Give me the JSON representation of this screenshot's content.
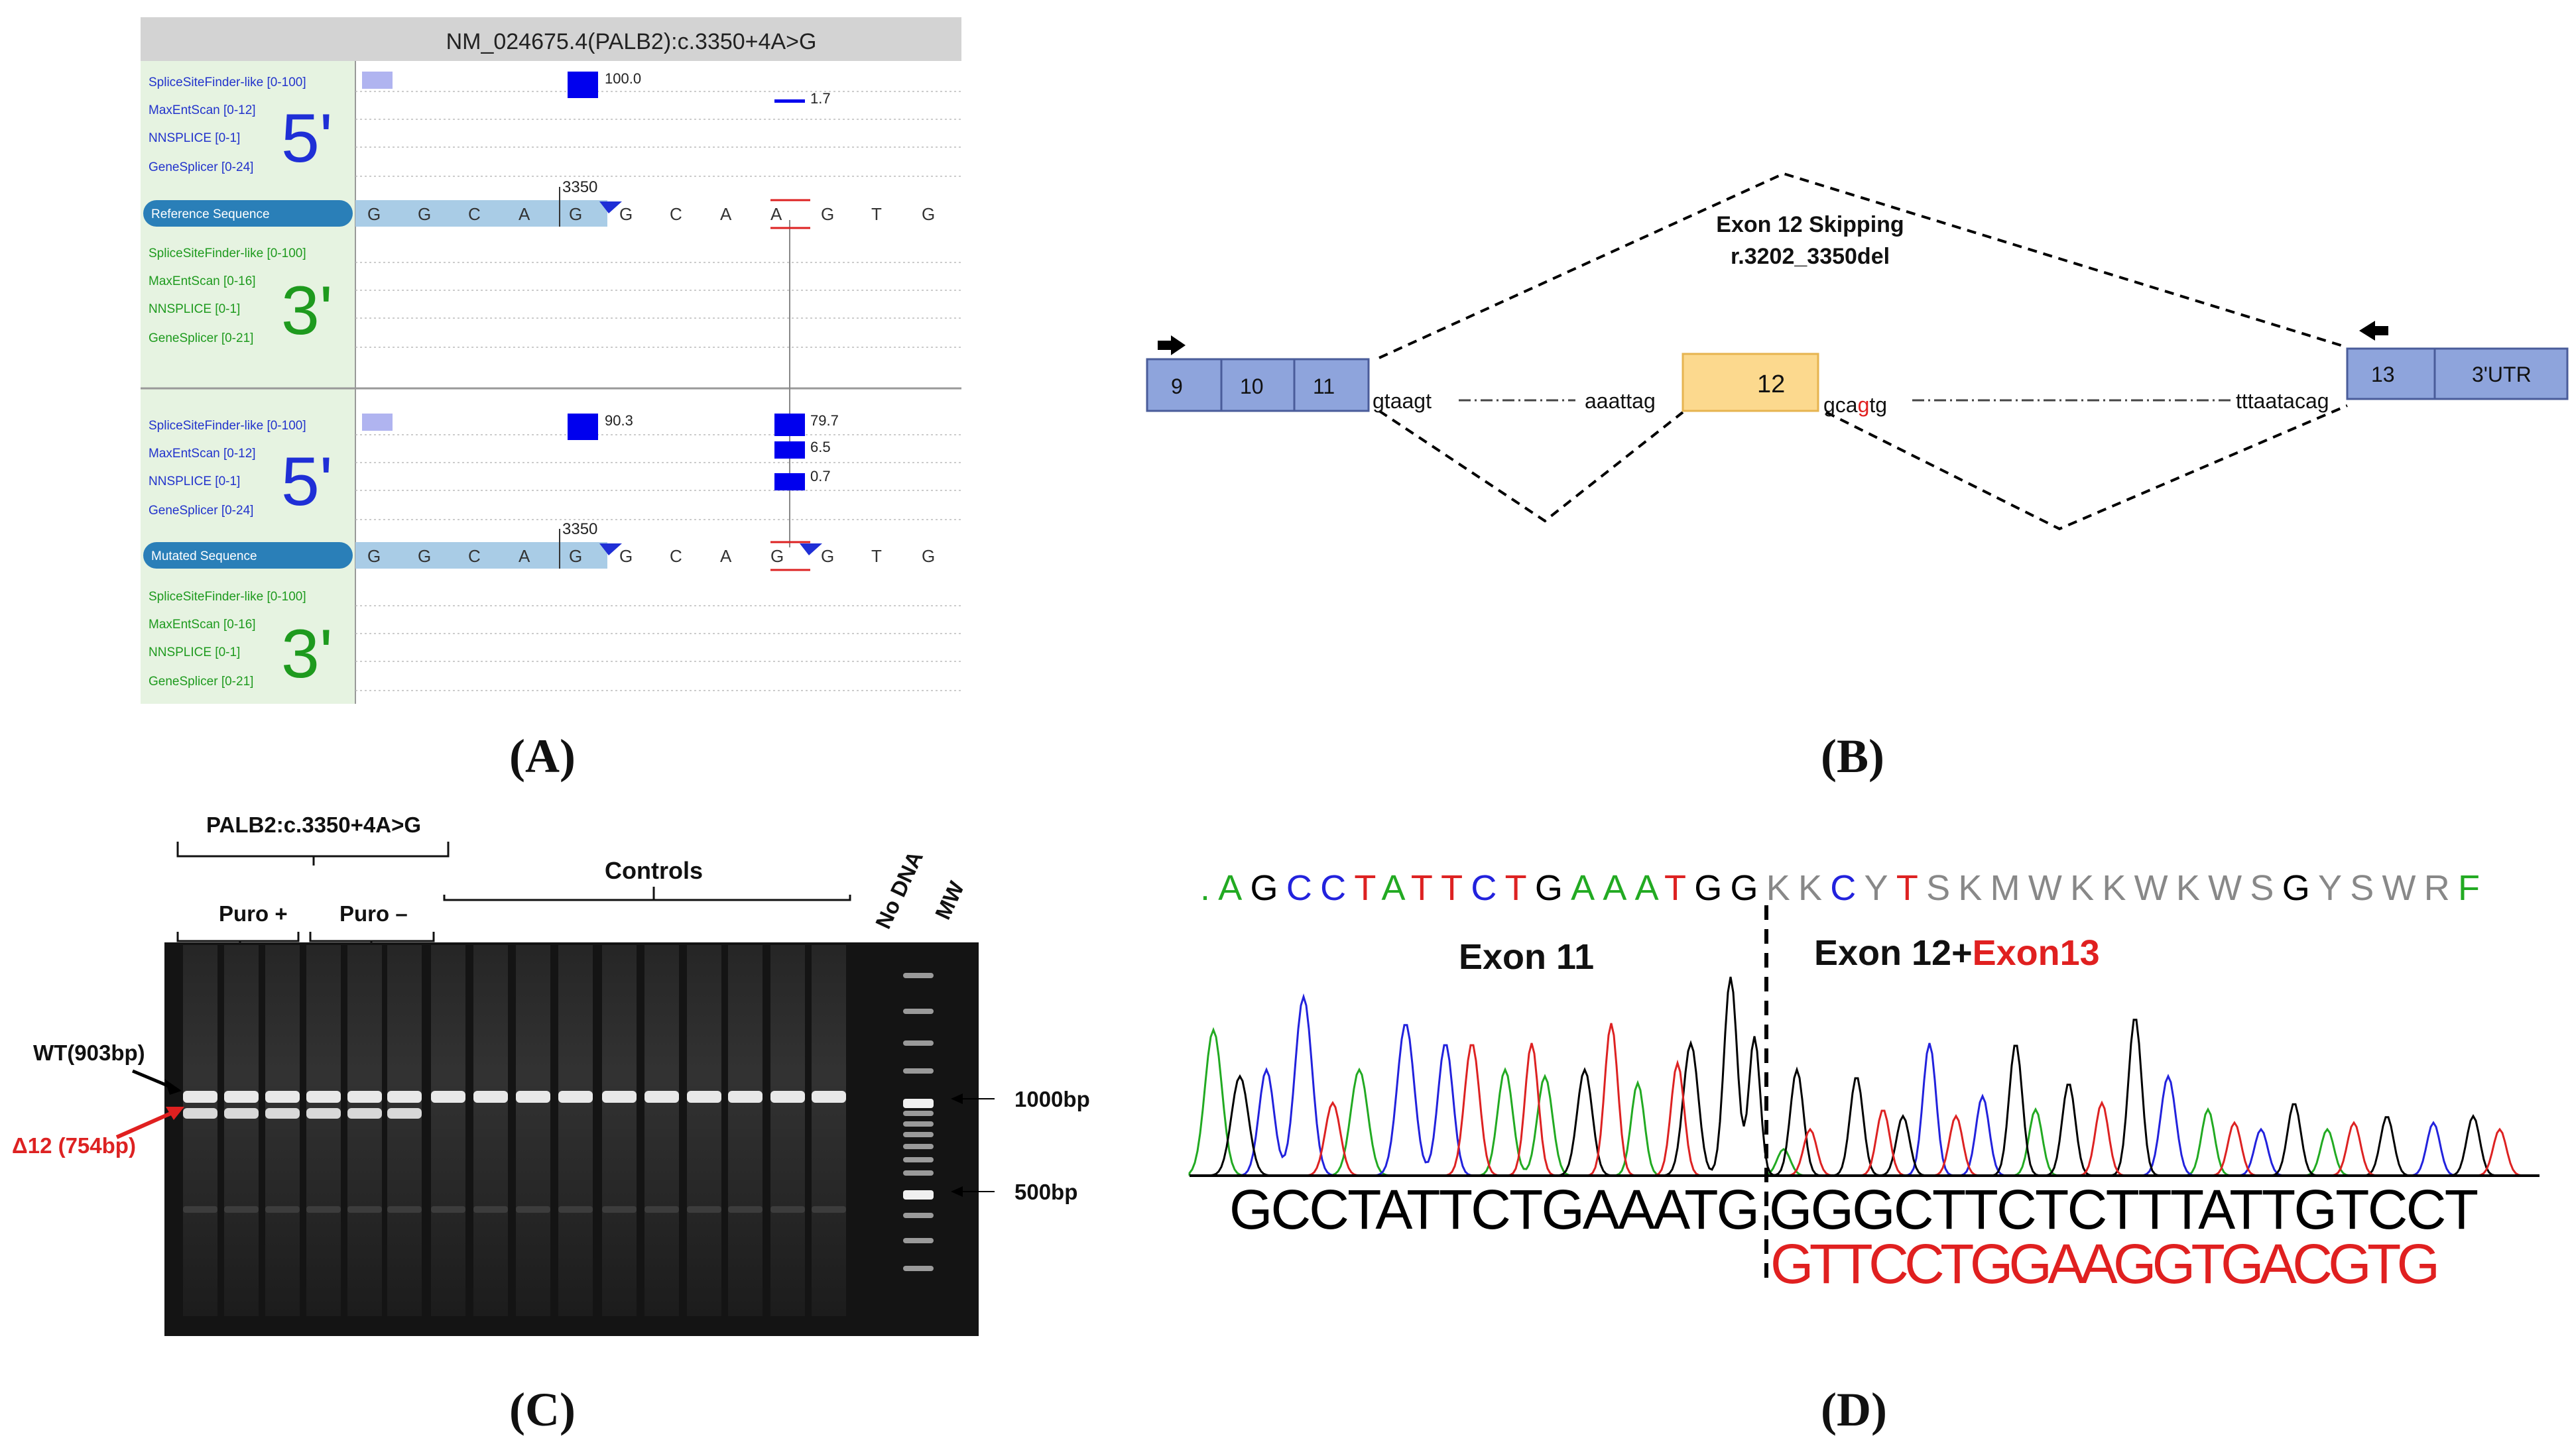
{
  "panelA": {
    "title": "NM_024675.4(PALB2):c.3350+4A>G",
    "predictors5_ref": [
      "SpliceSiteFinder-like [0-100]",
      "MaxEntScan [0-12]",
      "NNSPLICE [0-1]",
      "GeneSplicer [0-24]"
    ],
    "predictors3_ref": [
      "SpliceSiteFinder-like [0-100]",
      "MaxEntScan [0-16]",
      "NNSPLICE [0-1]",
      "GeneSplicer [0-21]"
    ],
    "predictors5_mut": [
      "SpliceSiteFinder-like [0-100]",
      "MaxEntScan [0-12]",
      "NNSPLICE [0-1]",
      "GeneSplicer [0-24]"
    ],
    "predictors3_mut": [
      "SpliceSiteFinder-like [0-100]",
      "MaxEntScan [0-16]",
      "NNSPLICE [0-1]",
      "GeneSplicer [0-21]"
    ],
    "big5": "5'",
    "big3": "3'",
    "ref_label": "Reference Sequence",
    "mut_label": "Mutated Sequence",
    "ref_seq": [
      "G",
      "G",
      "C",
      "A",
      "G",
      "G",
      "C",
      "A",
      "A",
      "G",
      "T",
      "G"
    ],
    "mut_seq": [
      "G",
      "G",
      "C",
      "A",
      "G",
      "G",
      "C",
      "A",
      "G",
      "G",
      "T",
      "G"
    ],
    "position": "3350",
    "scores_ref": [
      "100.0",
      "1.7"
    ],
    "scores_mut": [
      "90.3",
      "79.7",
      "6.5",
      "0.7"
    ],
    "caption": "(A)"
  },
  "panelB": {
    "skip_title": "Exon 12 Skipping",
    "skip_sub": "r.3202_3350del",
    "exons_left": [
      "9",
      "10",
      "11"
    ],
    "exon12": "12",
    "exons_right": [
      "13",
      "3'UTR"
    ],
    "seq_donor11": "gtaagt",
    "seq_acceptor12": "aaattag",
    "seq_donor12_a": "gca",
    "seq_donor12_b": "g",
    "seq_donor12_c": "tg",
    "seq_acceptor13": "tttaatacag",
    "caption": "(B)"
  },
  "panelC": {
    "variant": "PALB2:c.3350+4A>G",
    "puro_plus": "Puro +",
    "puro_minus": "Puro –",
    "controls": "Controls",
    "no_dna": "No DNA",
    "mw": "MW",
    "wt_label": "WT(903bp)",
    "del_label": "Δ12 (754bp)",
    "marker_1000": "1000bp",
    "marker_500": "500bp",
    "caption": "(C)",
    "colors": {
      "wt_arrow": "#000000",
      "del_arrow": "#e02020"
    }
  },
  "panelD": {
    "call_seq": ".AGCCTATTCTGAAATGGKKCYTSKMWKKWKWSGYSWRF",
    "exon11": "Exon 11",
    "exon12": "Exon 12+",
    "exon13": "Exon13",
    "seq_black_left": "GCCTATTCTGAAATG",
    "seq_black_right": "GGGCTTCTCTTTATTGTCCT",
    "seq_red": "GTTCCTGGAAGGTGACGTG",
    "caption": "(D)",
    "colors": {
      "A": "#22aa22",
      "C": "#2222dd",
      "G": "#000000",
      "T": "#dd2222",
      "mixed": "#888888"
    }
  }
}
